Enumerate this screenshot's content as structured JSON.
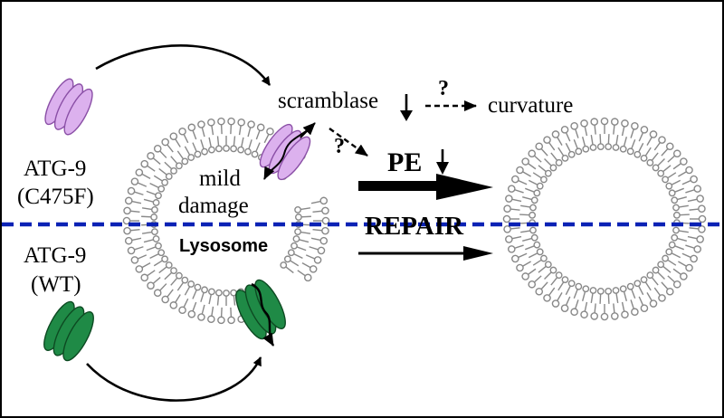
{
  "diagram": {
    "labels": {
      "scramblase": "scramblase",
      "question_top": "?",
      "curvature": "curvature",
      "question_left": "?",
      "pe": "PE",
      "repair": "REPAIR",
      "mild": "mild",
      "damage": "damage",
      "lysosome": "Lysosome",
      "mutant_name": "ATG-9",
      "mutant_variant": "(C475F)",
      "wt_name": "ATG-9",
      "wt_variant": "(WT)"
    },
    "colors": {
      "mutant_fill": "#dcb1ee",
      "mutant_stroke": "#8a4fa6",
      "wt_fill": "#1f8a46",
      "wt_stroke": "#0d4a22",
      "dashed_line": "#0b22b5",
      "lipid": "#888888"
    },
    "icons": {
      "mutant_protein": "atg9-mutant-protein-icon",
      "wt_protein": "atg9-wt-protein-icon",
      "lysosome": "lysosome-membrane-icon",
      "repaired_vesicle": "repaired-membrane-icon"
    }
  }
}
